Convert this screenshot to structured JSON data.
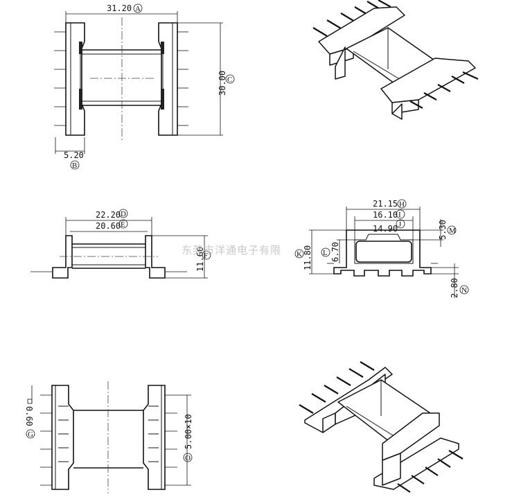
{
  "top_view": {
    "dim_a": "31.20",
    "ref_a": "A",
    "dim_b": "5.20",
    "ref_b": "B",
    "dim_c": "30.00",
    "ref_c": "C"
  },
  "side_view": {
    "dim_d": "22.20",
    "ref_d": "D",
    "dim_e": "20.60",
    "ref_e": "E",
    "dim_f": "11.60",
    "ref_f": "F"
  },
  "end_view": {
    "dim_h": "21.15",
    "ref_h": "H",
    "dim_i": "16.10",
    "ref_i": "I",
    "dim_j": "14.90",
    "ref_j": "J",
    "dim_k": "11.80",
    "ref_k": "K",
    "dim_l": "6.70",
    "ref_l": "L",
    "dim_m": "5.30",
    "ref_m": "M",
    "dim_n": "2.80",
    "ref_n": "N"
  },
  "bottom_view": {
    "dim_g": "0.60",
    "ref_g": "G",
    "dim_o": "5.00×10",
    "ref_o": "O"
  },
  "watermark": "东莞市洋通电子有限"
}
